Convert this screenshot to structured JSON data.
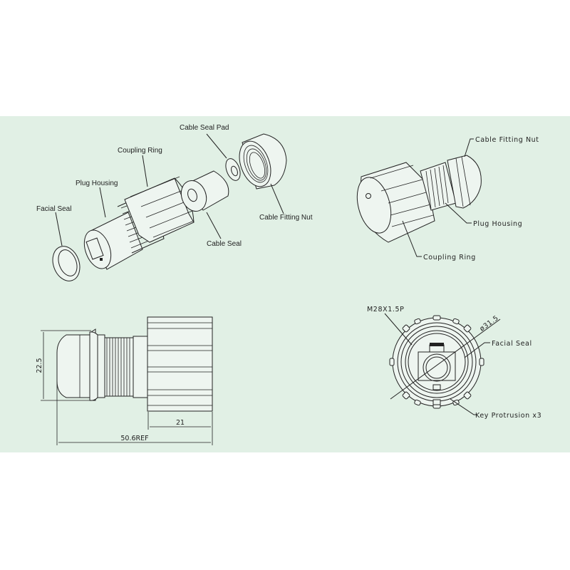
{
  "exploded_view": {
    "labels": {
      "facial_seal": "Facial Seal",
      "plug_housing": "Plug Housing",
      "coupling_ring": "Coupling Ring",
      "cable_seal_pad": "Cable Seal Pad",
      "cable_seal": "Cable Seal",
      "cable_fitting_nut": "Cable Fitting Nut"
    }
  },
  "assembled_view": {
    "labels": {
      "cable_fitting_nut": "Cable Fitting Nut",
      "plug_housing": "Plug Housing",
      "coupling_ring": "Coupling Ring"
    }
  },
  "side_view": {
    "dimensions": {
      "height": "22.5",
      "ring_length": "21",
      "overall_length": "50.6REF"
    }
  },
  "front_view": {
    "labels": {
      "thread": "M28X1.5P",
      "diameter": "ø31.5",
      "facial_seal": "Facial Seal",
      "key_protrusion": "Key Protrusion x3"
    }
  },
  "colors": {
    "panel_background": "#e1f0e5",
    "line": "#222222"
  }
}
